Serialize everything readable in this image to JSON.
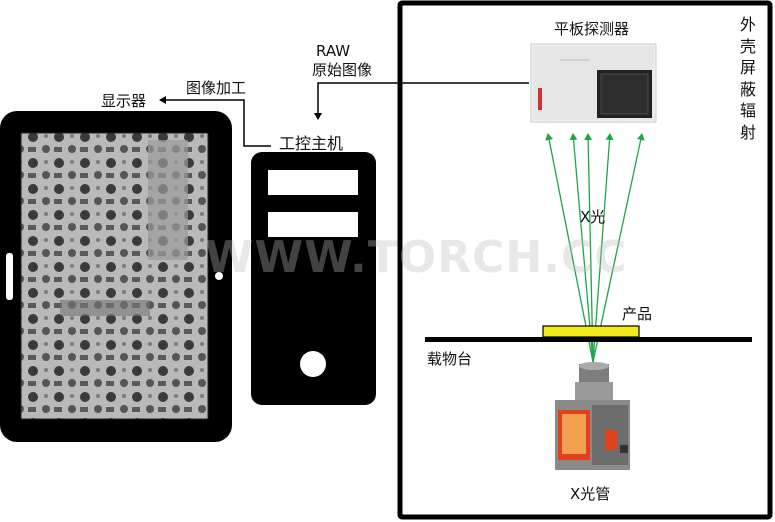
{
  "labels": {
    "detector": "平板探测器",
    "shielding": "外壳屏蔽辐射",
    "raw_line1": "RAW",
    "raw_line2": "原始图像",
    "image_processing": "图像加工",
    "display": "显示器",
    "ipc": "工控主机",
    "xray": "X光",
    "product": "产品",
    "stage": "载物台",
    "xray_tube": "X光管"
  },
  "watermark": "WWW.TORCH.CC",
  "colors": {
    "frame": "#000000",
    "beam": "#1fa447",
    "product": "#f2ea1a",
    "device_fill": "#000000"
  },
  "icons": {
    "detector": "flat-panel-detector-icon",
    "pc": "computer-tower-icon",
    "tablet": "tablet-display-icon",
    "tube": "xray-tube-icon"
  }
}
